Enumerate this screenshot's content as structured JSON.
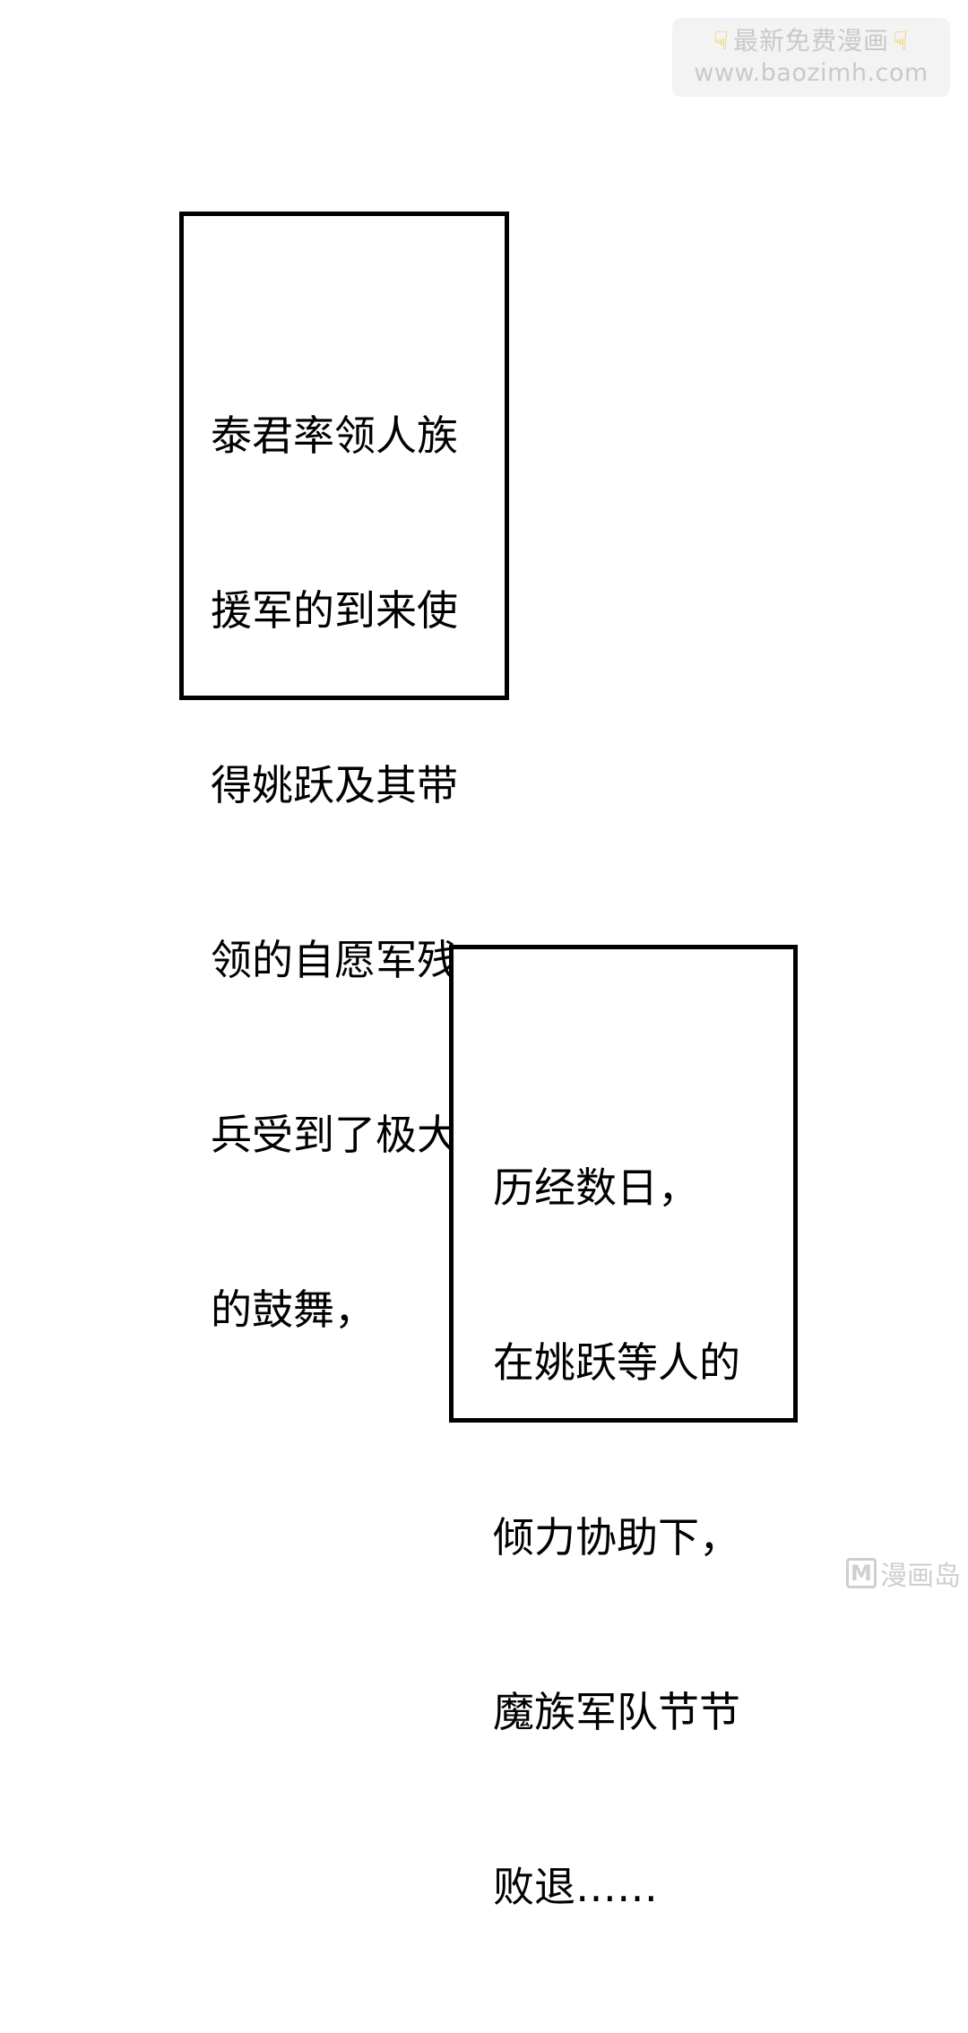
{
  "watermark": {
    "title": "最新免费漫画",
    "url": "www.baozimh.com",
    "left_icon": "pointing-down-hand-icon",
    "right_icon": "pointing-down-hand-icon"
  },
  "narration_boxes": [
    {
      "lines": [
        "泰君率领人族",
        "援军的到来使",
        "得姚跃及其带",
        "领的自愿军残",
        "兵受到了极大",
        "的鼓舞，"
      ]
    },
    {
      "lines": [
        "历经数日，",
        "在姚跃等人的",
        "倾力协助下，",
        "魔族军队节节",
        "败退……"
      ]
    }
  ],
  "brand": {
    "badge": "M",
    "name": "漫画岛"
  },
  "colors": {
    "background": "#ffffff",
    "text": "#000000",
    "border": "#000000",
    "watermark_text": "#c9c9c9",
    "watermark_bg": "#f3f3f3"
  }
}
